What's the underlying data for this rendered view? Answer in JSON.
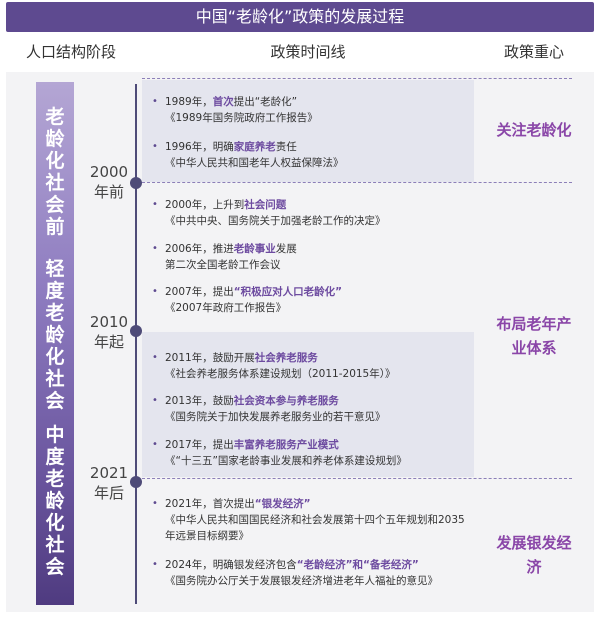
{
  "title": "中国“老龄化”政策的发展过程",
  "headers": {
    "stage": "人口结构阶段",
    "timeline": "政策时间线",
    "focus": "政策重心"
  },
  "stages": [
    {
      "chars": [
        "老",
        "龄",
        "化",
        "社",
        "会",
        "前"
      ]
    },
    {
      "chars": [
        "轻",
        "度",
        "老",
        "龄",
        "化",
        "社",
        "会"
      ]
    },
    {
      "chars": [
        "中",
        "度",
        "老",
        "龄",
        "化",
        "社",
        "会"
      ]
    }
  ],
  "milestones": [
    {
      "year": "2000",
      "suffix": "年前"
    },
    {
      "year": "2010",
      "suffix": "年起"
    },
    {
      "year": "2021",
      "suffix": "年后"
    }
  ],
  "events": [
    {
      "pre": "1989年，",
      "hl": "首次",
      "post": "提出“老龄化”",
      "doc": "《1989年国务院政府工作报告》"
    },
    {
      "pre": "1996年，明确",
      "hl": "家庭养老",
      "post": "责任",
      "doc": "《中华人民共和国老年人权益保障法》"
    },
    {
      "pre": "2000年，上升到",
      "hl": "社会问题",
      "post": "",
      "doc": "《中共中央、国务院关于加强老龄工作的决定》"
    },
    {
      "pre": "2006年，推进",
      "hl": "老龄事业",
      "post": "发展",
      "doc": "第二次全国老龄工作会议"
    },
    {
      "pre": "2007年，提出",
      "hl": "“积极应对人口老龄化”",
      "post": "",
      "doc": "《2007年政府工作报告》"
    },
    {
      "pre": "2011年，鼓励开展",
      "hl": "社会养老服务",
      "post": "",
      "doc": "《社会养老服务体系建设规划（2011-2015年）》"
    },
    {
      "pre": "2013年，鼓励",
      "hl": "社会资本参与养老服务",
      "post": "",
      "doc": "《国务院关于加快发展养老服务业的若干意见》"
    },
    {
      "pre": "2017年，提出",
      "hl": "丰富养老服务产业模式",
      "post": "",
      "doc": "《“十三五”国家老龄事业发展和养老体系建设规划》"
    },
    {
      "pre": "2021年，首次提出",
      "hl": "“银发经济”",
      "post": "",
      "doc": "《中华人民共和国国民经济和社会发展第十四个五年规划和2035年远景目标纲要》"
    },
    {
      "pre": "2024年，明确银发经济包含",
      "hl": "“老龄经济”和“备老经济”",
      "post": "",
      "doc": "《国务院办公厅关于发展银发经济增进老年人福祉的意见》"
    }
  ],
  "focus": [
    {
      "text": "关注老龄化"
    },
    {
      "text": "布局老年产业体系"
    },
    {
      "text": "发展银发经济"
    }
  ],
  "colors": {
    "header": "#5e4a90",
    "highlight": "#6d4ba0",
    "focus": "#8a46a8",
    "band": "#e4e5ee"
  }
}
